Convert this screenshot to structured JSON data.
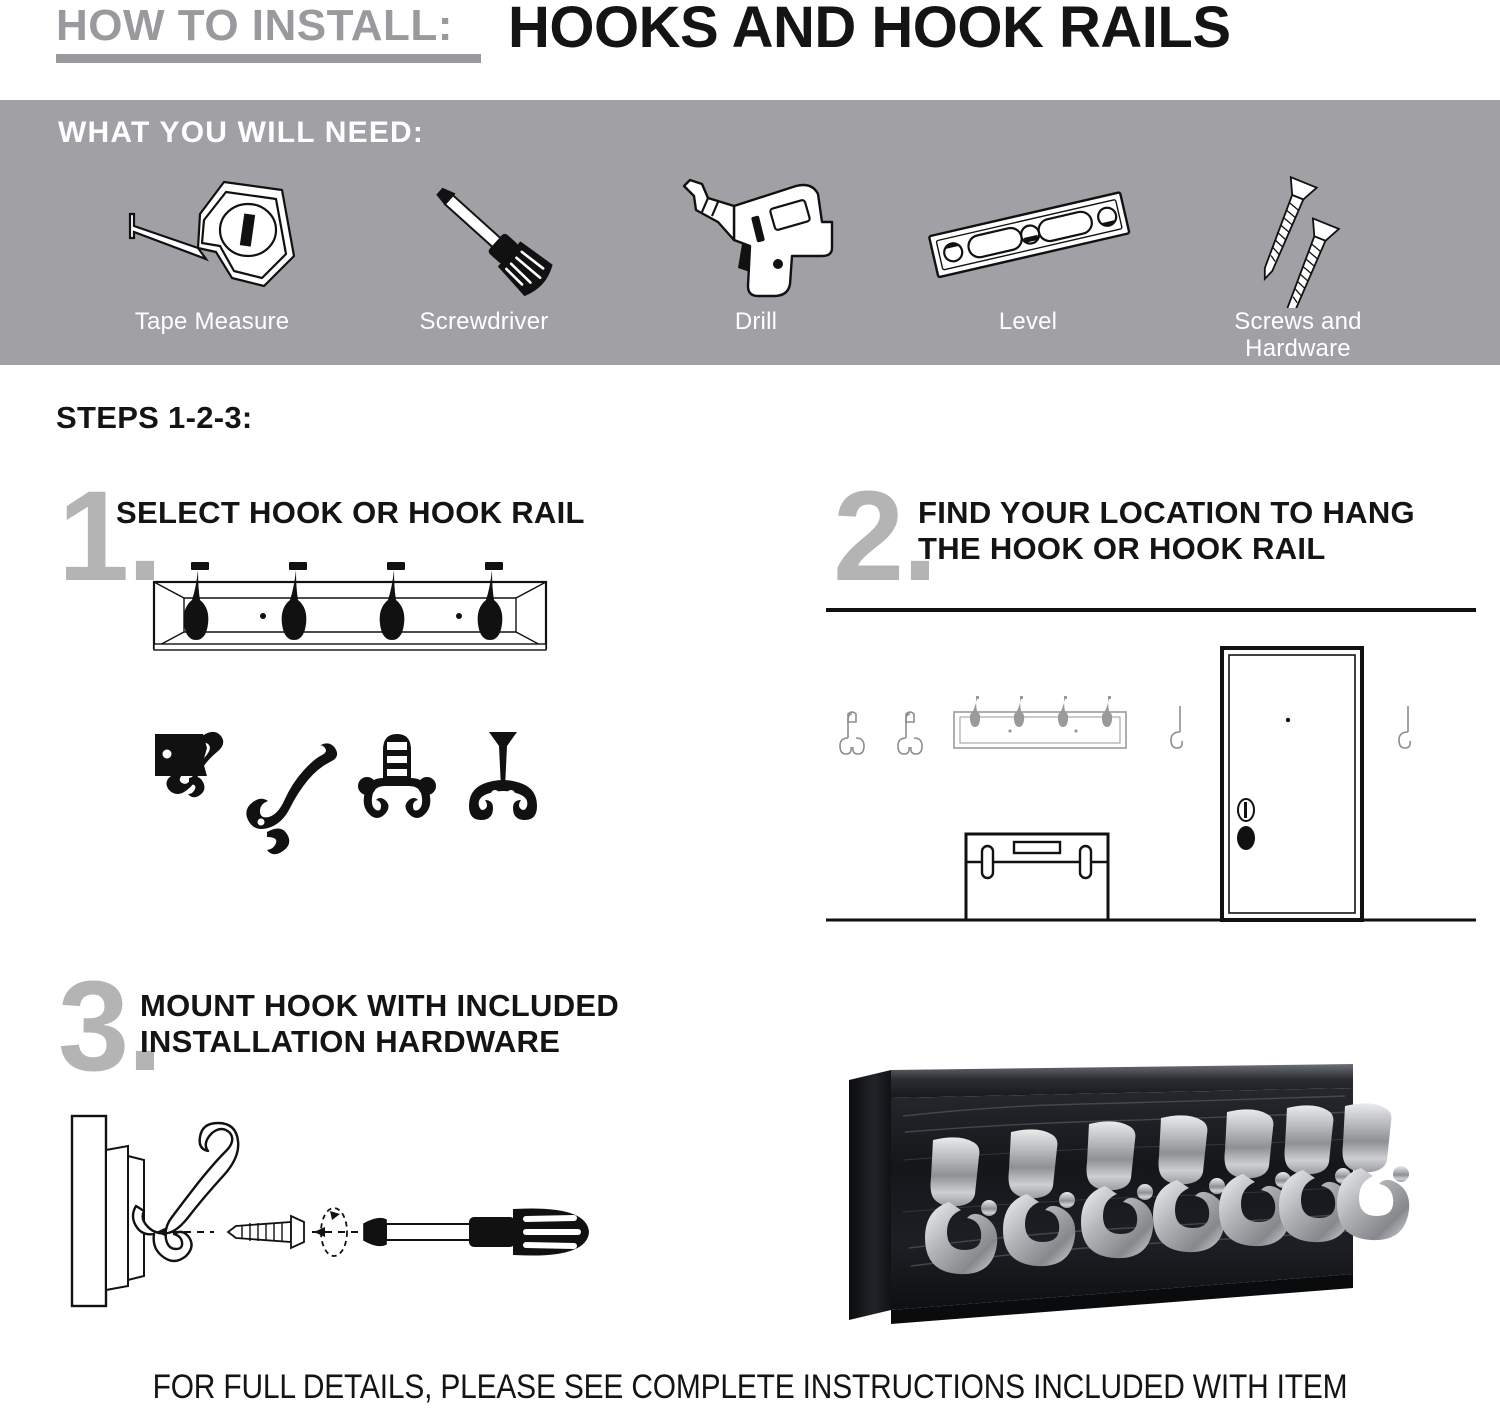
{
  "header": {
    "eyebrow": "HOW TO INSTALL:",
    "title": "HOOKS AND HOOK RAILS",
    "eyebrow_color": "#9a9a9e",
    "title_color": "#141414"
  },
  "tools_section": {
    "heading": "WHAT YOU WILL NEED:",
    "band_color": "#a0a0a5",
    "text_color": "#ffffff",
    "items": [
      {
        "icon": "tape-measure-icon",
        "label": "Tape Measure"
      },
      {
        "icon": "screwdriver-icon",
        "label": "Screwdriver"
      },
      {
        "icon": "drill-icon",
        "label": "Drill"
      },
      {
        "icon": "level-icon",
        "label": "Level"
      },
      {
        "icon": "screws-icon",
        "label_line1": "Screws and",
        "label_line2": "Hardware"
      }
    ]
  },
  "steps_section": {
    "heading": "STEPS 1-2-3:",
    "number_color": "#b4b4b4",
    "steps": [
      {
        "number": "1.",
        "line1": "SELECT HOOK OR HOOK RAIL",
        "line2": "",
        "illustration": "hook-rail-and-hook-styles-diagram"
      },
      {
        "number": "2.",
        "line1": "FIND YOUR LOCATION TO HANG",
        "line2": "THE HOOK OR HOOK RAIL",
        "illustration": "room-wall-placement-diagram"
      },
      {
        "number": "3.",
        "line1": "MOUNT HOOK WITH INCLUDED",
        "line2": "INSTALLATION HARDWARE",
        "illustration": "screw-hook-to-wall-diagram"
      }
    ]
  },
  "product_photo": {
    "name": "black-wood-hook-rail-with-satin-nickel-hooks",
    "hook_count": 7,
    "board_color": "#121214",
    "hook_color": "#c9cacc"
  },
  "footer": {
    "note": "FOR FULL DETAILS, PLEASE SEE COMPLETE INSTRUCTIONS INCLUDED WITH ITEM"
  }
}
